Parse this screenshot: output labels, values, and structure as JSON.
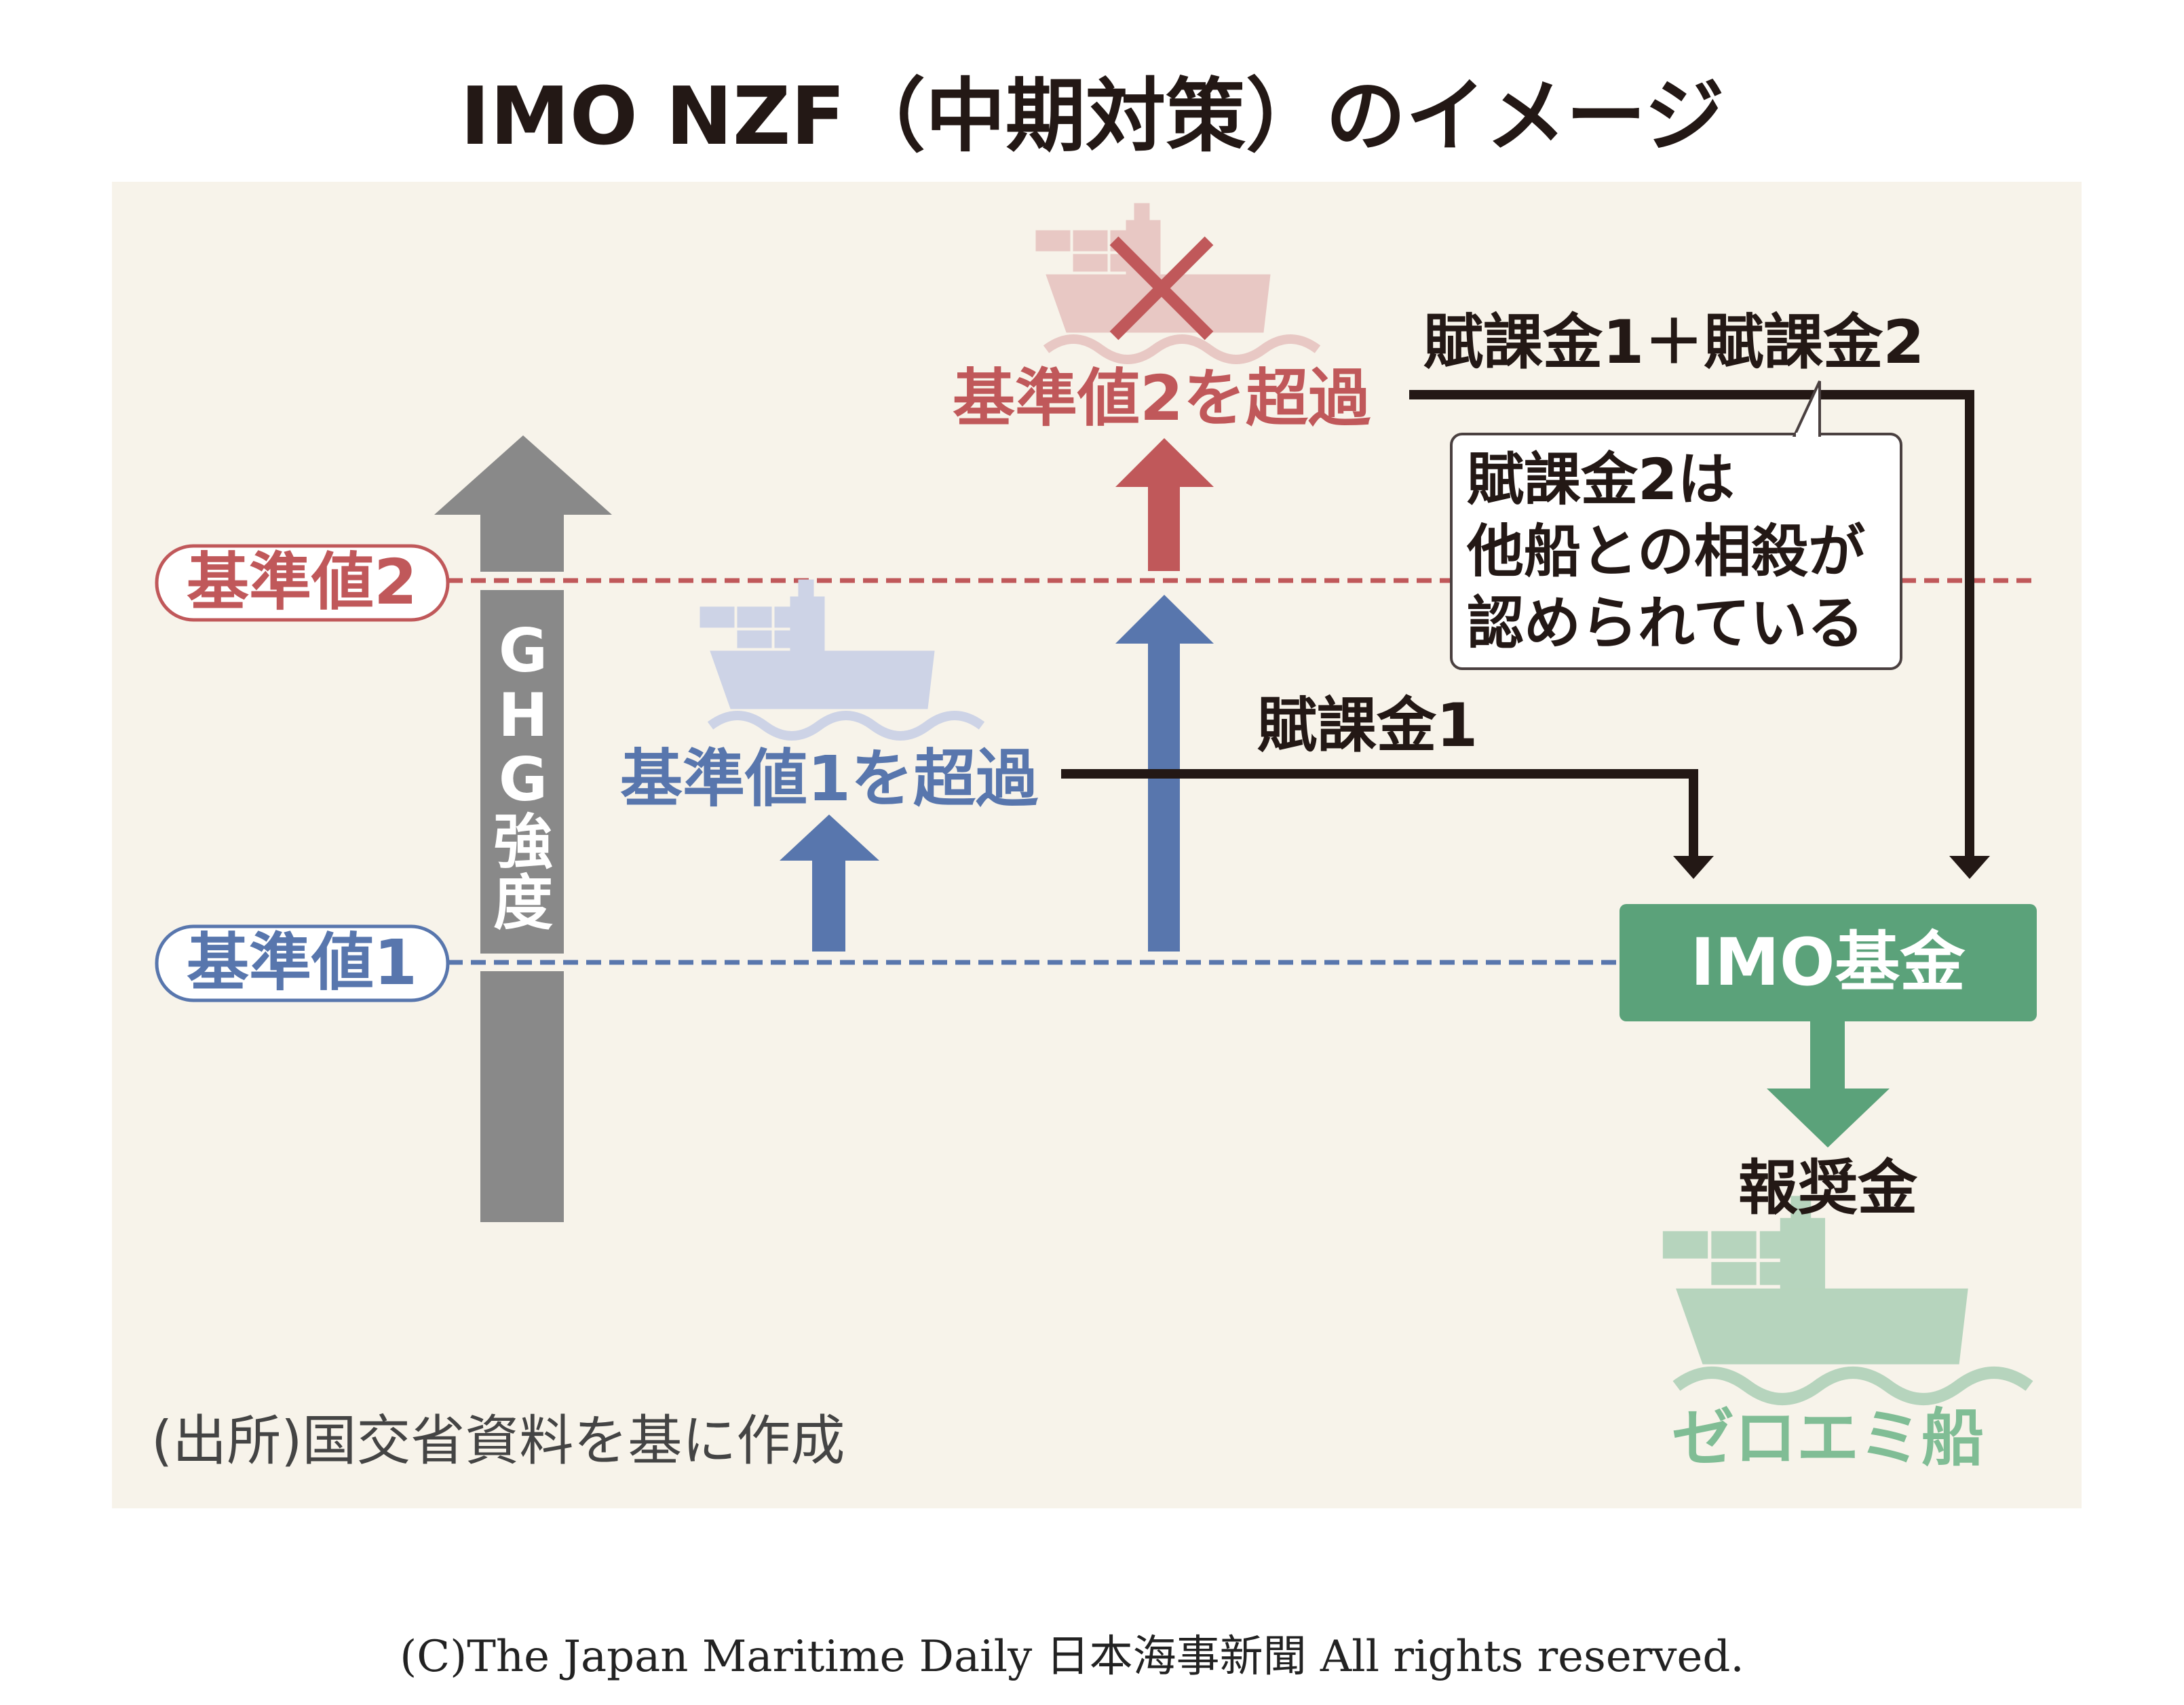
{
  "title": "IMO NZF（中期対策）のイメージ",
  "colors": {
    "panel": "#f7f3ea",
    "red": "#c0585a",
    "blue": "#5876ad",
    "gray": "#898989",
    "green": "#5ba27a",
    "light_green": "#80bd95",
    "dark": "#231815"
  },
  "axis_label": [
    "G",
    "H",
    "G",
    "強",
    "度"
  ],
  "thresholds": {
    "level2": "基準値2",
    "level1": "基準値1"
  },
  "exceed2": "基準値2を超過",
  "exceed1": "基準値1を超過",
  "charge_both": "賦課金1＋賦課金2",
  "charge1": "賦課金1",
  "callout": [
    "賦課金2は",
    "他船との相殺が",
    "認められている"
  ],
  "fund": "IMO基金",
  "reward": "報奨金",
  "zero_emission_ship": "ゼロエミ船",
  "source": "(出所)国交省資料を基に作成",
  "copyright": "(C)The Japan Maritime Daily 日本海事新聞 All rights reserved."
}
